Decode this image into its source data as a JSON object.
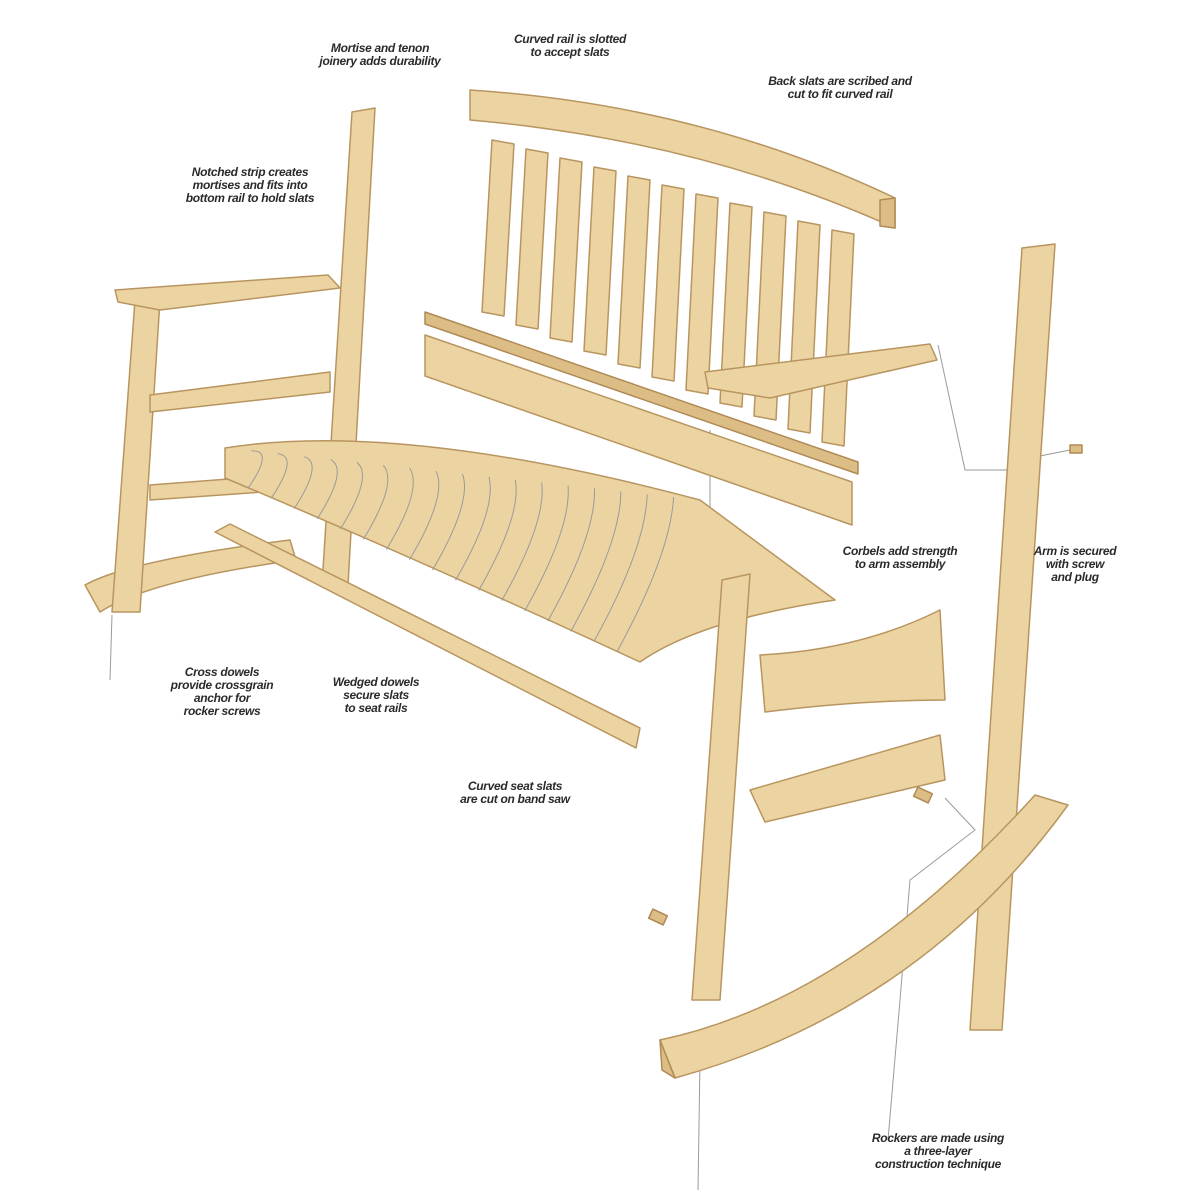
{
  "colors": {
    "wood": "#ecd4a2",
    "wood_dark": "#dcbd85",
    "outline": "#b8955f",
    "text": "#2a2a2a"
  },
  "labels": {
    "mortise": "Mortise and tenon\njoinery adds durability",
    "curved_rail": "Curved rail is slotted\nto accept slats",
    "back_slats": "Back slats are scribed and\ncut to fit curved rail",
    "notched_strip": "Notched strip creates\nmortises and fits into\nbottom rail to hold slats",
    "corbels": "Corbels add strength\nto arm assembly",
    "arm_secured": "Arm is secured\nwith screw\nand plug",
    "cross_dowels": "Cross dowels\nprovide crossgrain\nanchor for\nrocker screws",
    "wedged_dowels": "Wedged dowels\nsecure slats\nto seat rails",
    "seat_slats": "Curved seat slats\nare cut on band saw",
    "rockers": "Rockers are made using\na three-layer\nconstruction technique"
  }
}
